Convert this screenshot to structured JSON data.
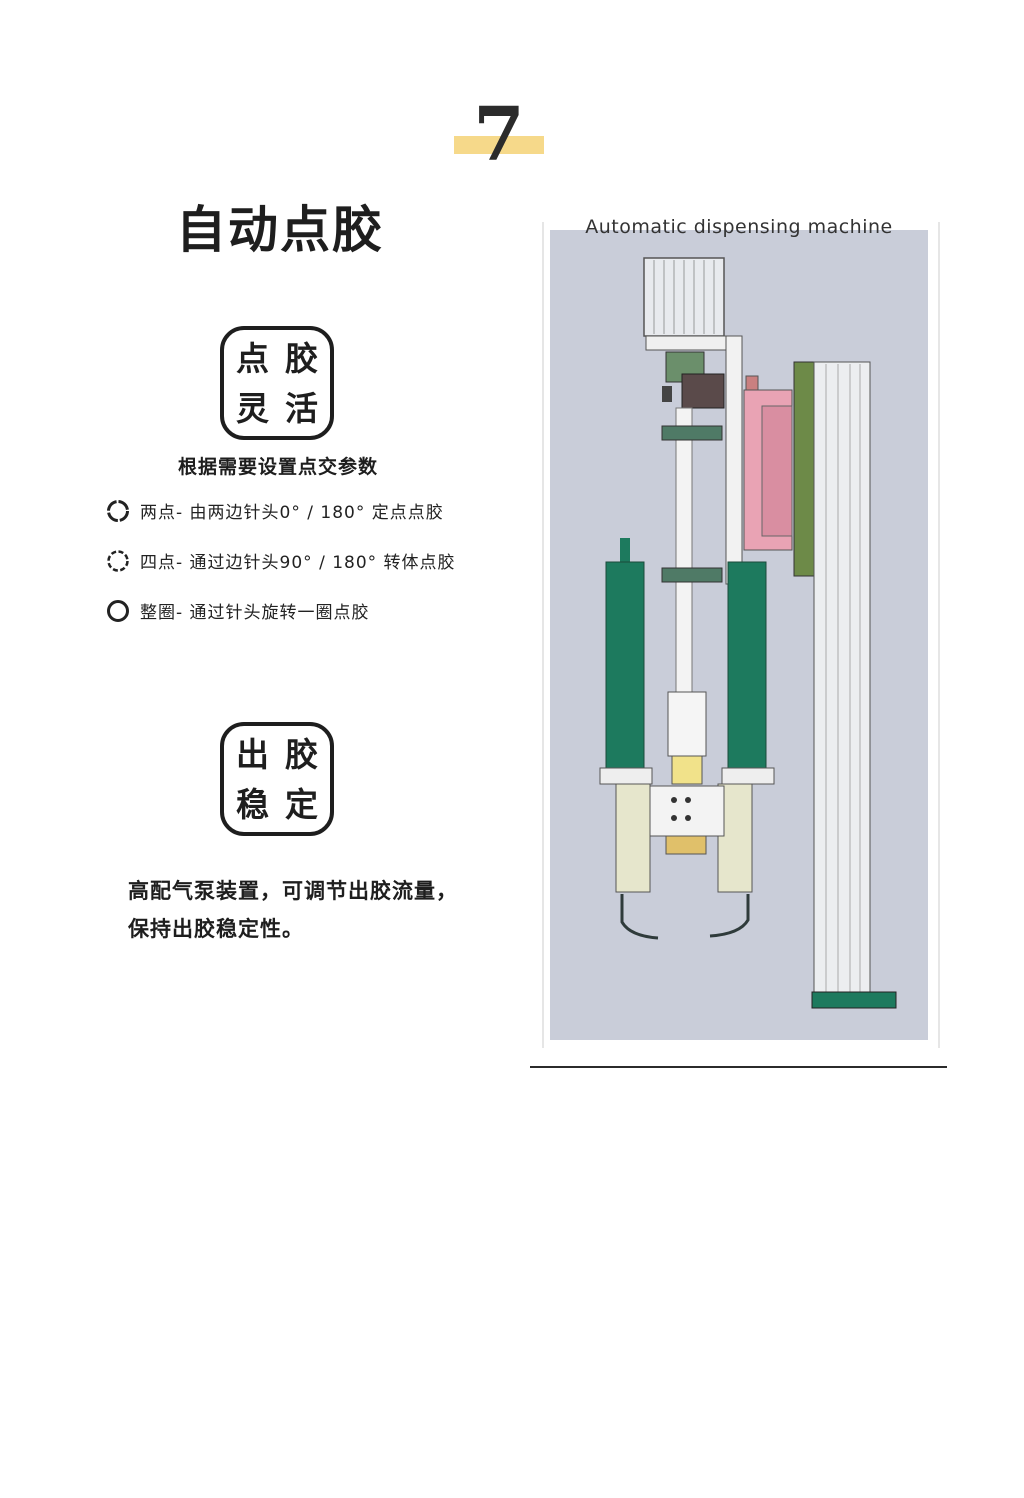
{
  "section_number": "7",
  "title": "自动点胶",
  "badge1": {
    "line1_a": "点",
    "line1_b": "胶",
    "line2_a": "灵",
    "line2_b": "活"
  },
  "badge2": {
    "line1_a": "出",
    "line1_b": "胶",
    "line2_a": "稳",
    "line2_b": "定"
  },
  "params_heading": "根据需要设置点交参数",
  "options": [
    {
      "icon": "two-point-circle-icon",
      "text": "两点- 由两边针头0° / 180° 定点点胶"
    },
    {
      "icon": "four-point-circle-icon",
      "text": "四点- 通过边针头90° / 180° 转体点胶"
    },
    {
      "icon": "full-circle-icon",
      "text": "整圈- 通过针头旋转一圈点胶"
    }
  ],
  "description_line1": "高配气泵装置，可调节出胶流量，",
  "description_line2": "保持出胶稳定性。",
  "image_caption": "Automatic dispensing machine",
  "colors": {
    "accent_bar": "#f6d98a",
    "diagram_bg": "#c9cdd9",
    "cylinder_green": "#1d7a5e",
    "pink_block": "#e9a3b4"
  }
}
